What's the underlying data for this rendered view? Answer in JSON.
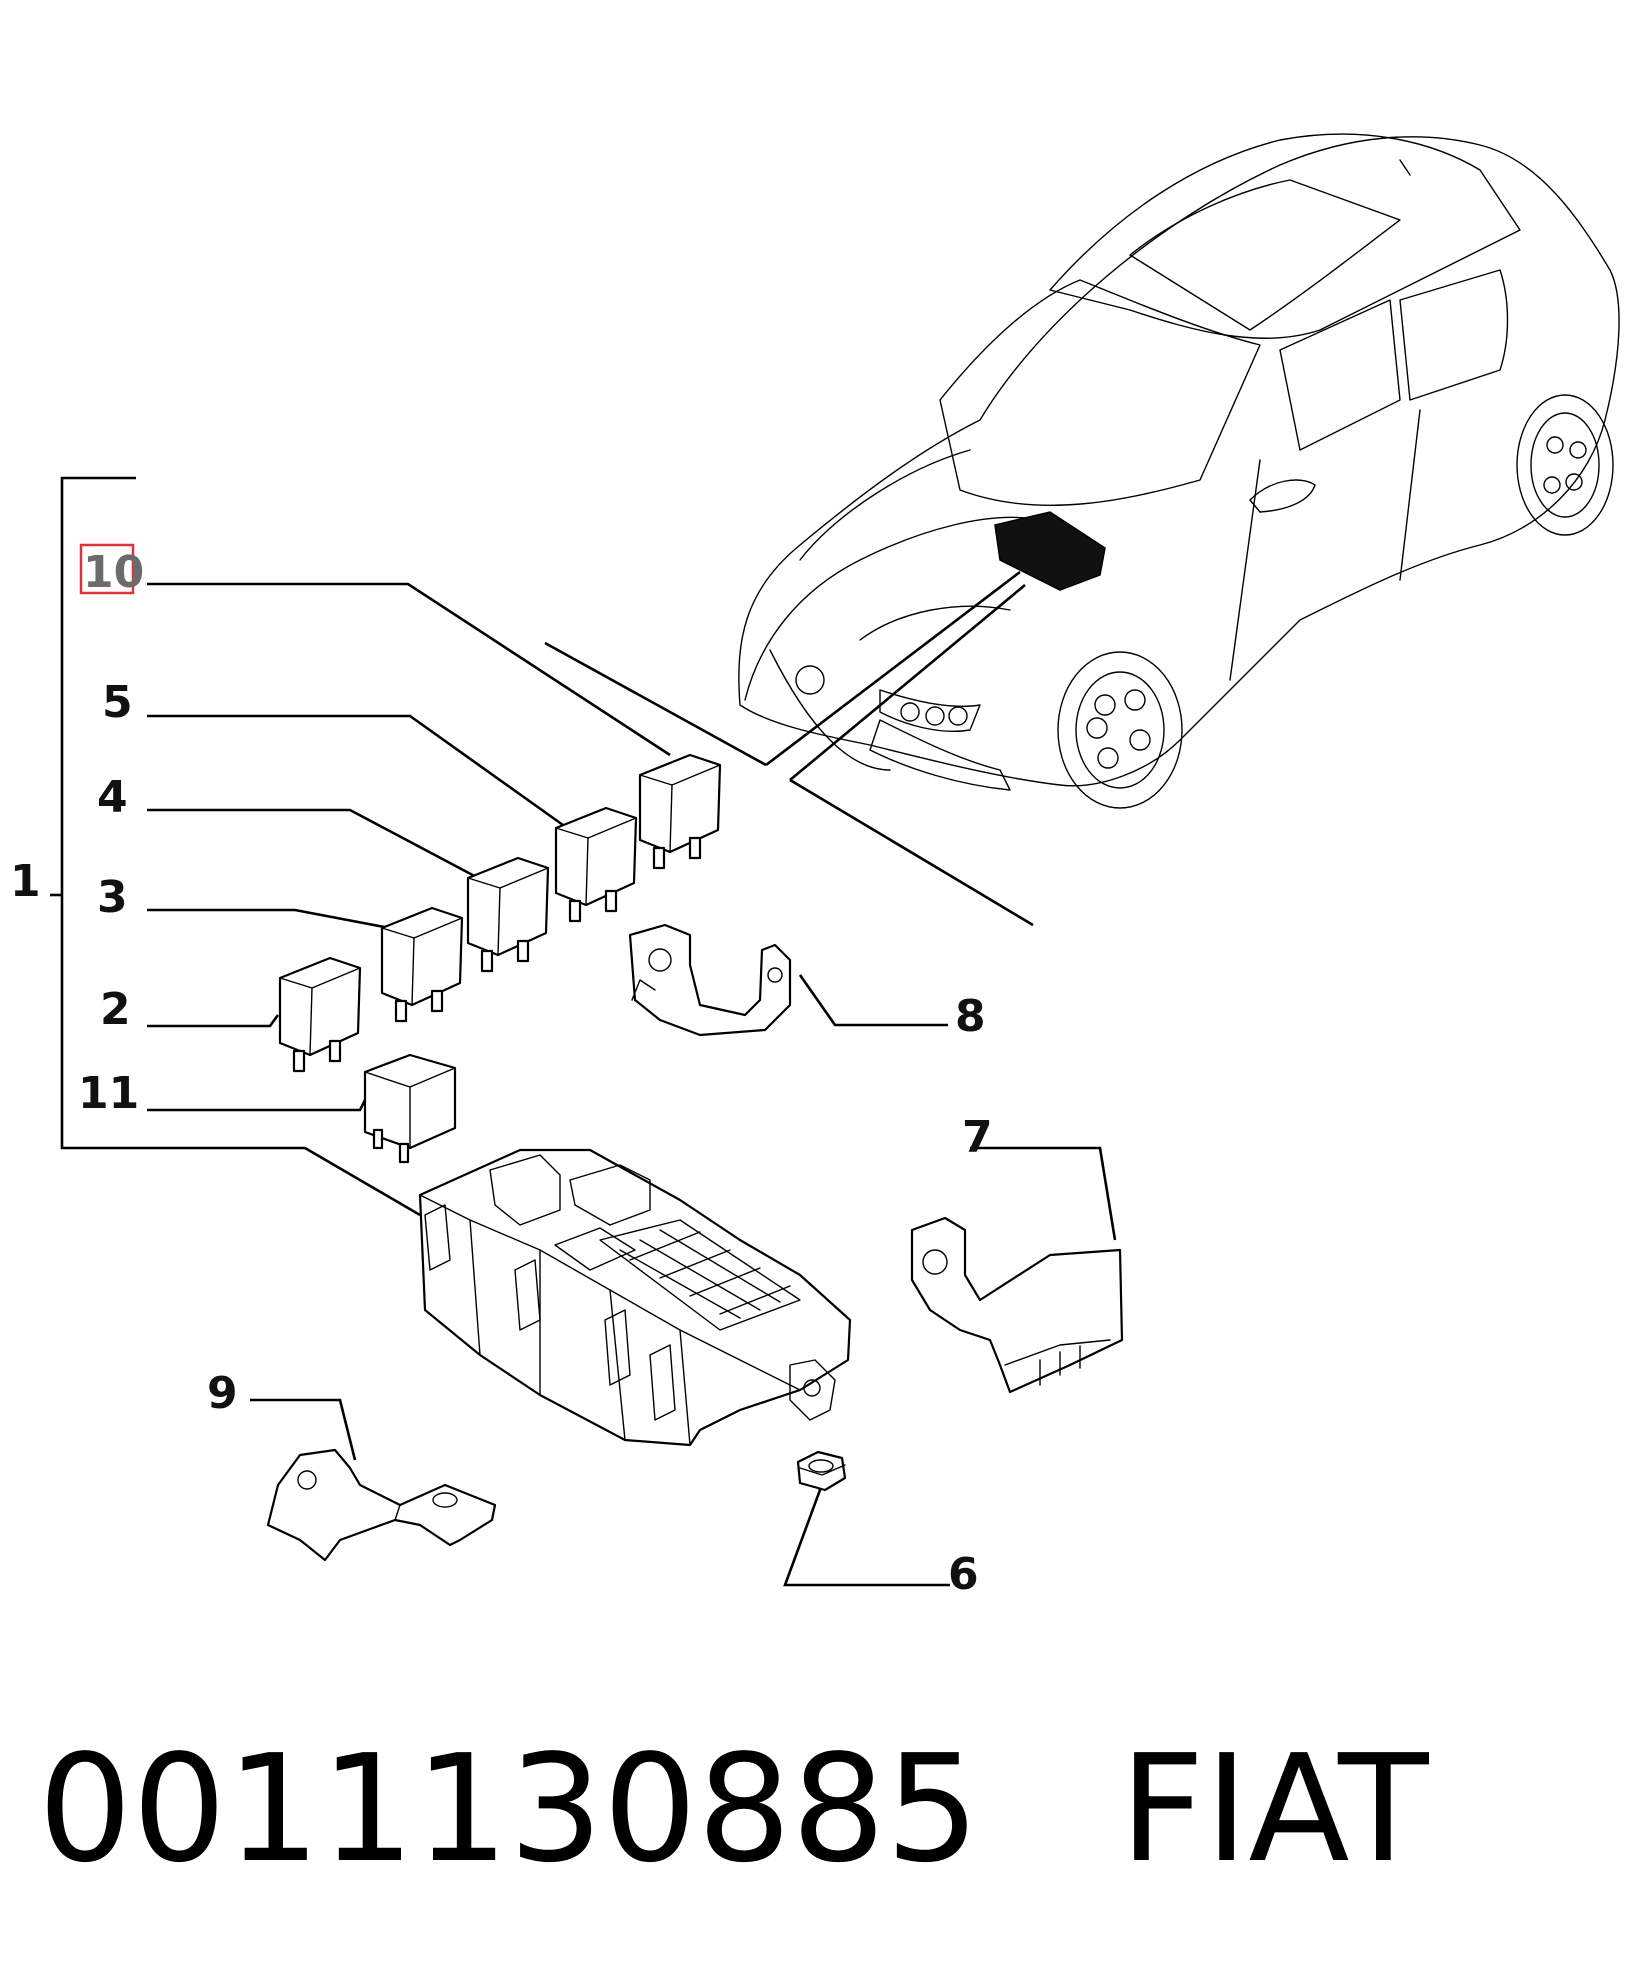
{
  "callouts": {
    "c1": "1",
    "c2": "2",
    "c3": "3",
    "c4": "4",
    "c5": "5",
    "c6": "6",
    "c7": "7",
    "c8": "8",
    "c9": "9",
    "c10": "10",
    "c11": "11"
  },
  "highlight_color": "#e0303a",
  "footer": {
    "part_number": "0011130885",
    "brand": "FIAT"
  }
}
